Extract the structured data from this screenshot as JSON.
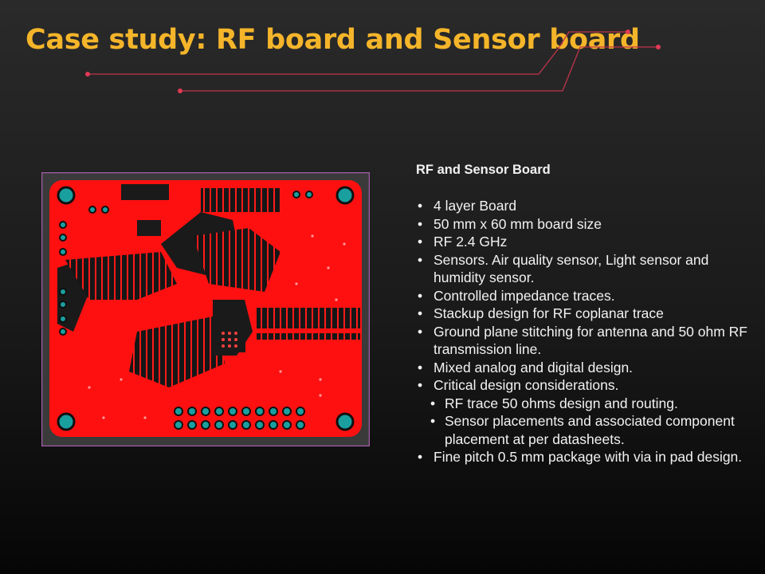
{
  "slide": {
    "title": "Case study: RF board  and Sensor board",
    "accent_color": "#f5b52a",
    "trace_color": "#e23a55"
  },
  "content": {
    "heading": "RF and Sensor Board",
    "bullets": [
      "4 layer Board",
      "50 mm x 60 mm board size",
      "RF 2.4 GHz",
      "Sensors. Air quality sensor, Light sensor and humidity sensor.",
      "Controlled impedance traces.",
      "Stackup design for RF coplanar trace",
      "Ground plane stitching for antenna and 50 ohm RF transmission line.",
      "Mixed analog and digital design.",
      "Critical design considerations."
    ],
    "sub_bullets": [
      "RF trace 50 ohms design  and routing.",
      "Sensor placements and associated component placement at per datasheets."
    ],
    "final_bullet": "Fine pitch 0.5 mm package with via in pad design."
  },
  "pcb_image": {
    "board_color": "#ff1010",
    "outline_color": "#a45ca8",
    "pad_color": "#1a9f9f"
  }
}
